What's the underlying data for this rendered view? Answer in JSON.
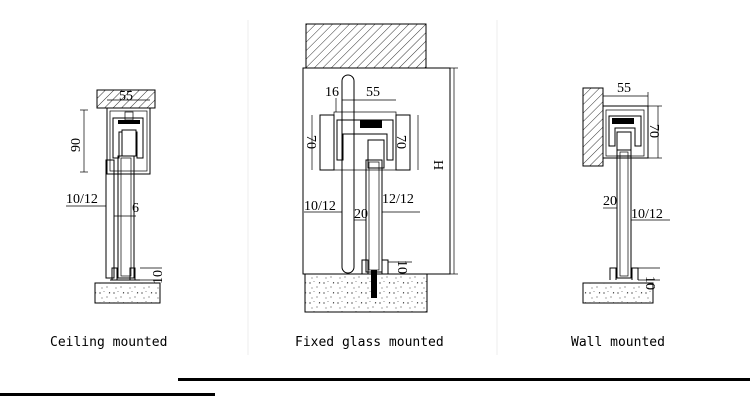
{
  "panels": {
    "ceiling": {
      "caption": "Ceiling mounted",
      "dims": {
        "top_width": "55",
        "height": "90",
        "glass": "10/12",
        "gap": "6",
        "floor": "10"
      }
    },
    "fixed_glass": {
      "caption": "Fixed glass mounted",
      "dims": {
        "left": "16",
        "top_width": "55",
        "left_height": "70",
        "right_height": "70",
        "total_height": "H",
        "glass_left": "10/12",
        "mid": "20",
        "glass_right": "12/12",
        "floor": "10"
      }
    },
    "wall": {
      "caption": "Wall mounted",
      "dims": {
        "top_width": "55",
        "height": "70",
        "mid": "20",
        "glass": "10/12",
        "floor": "10"
      }
    }
  },
  "colors": {
    "line": "#000000",
    "background": "#ffffff",
    "divider": "#e6e6e6"
  }
}
